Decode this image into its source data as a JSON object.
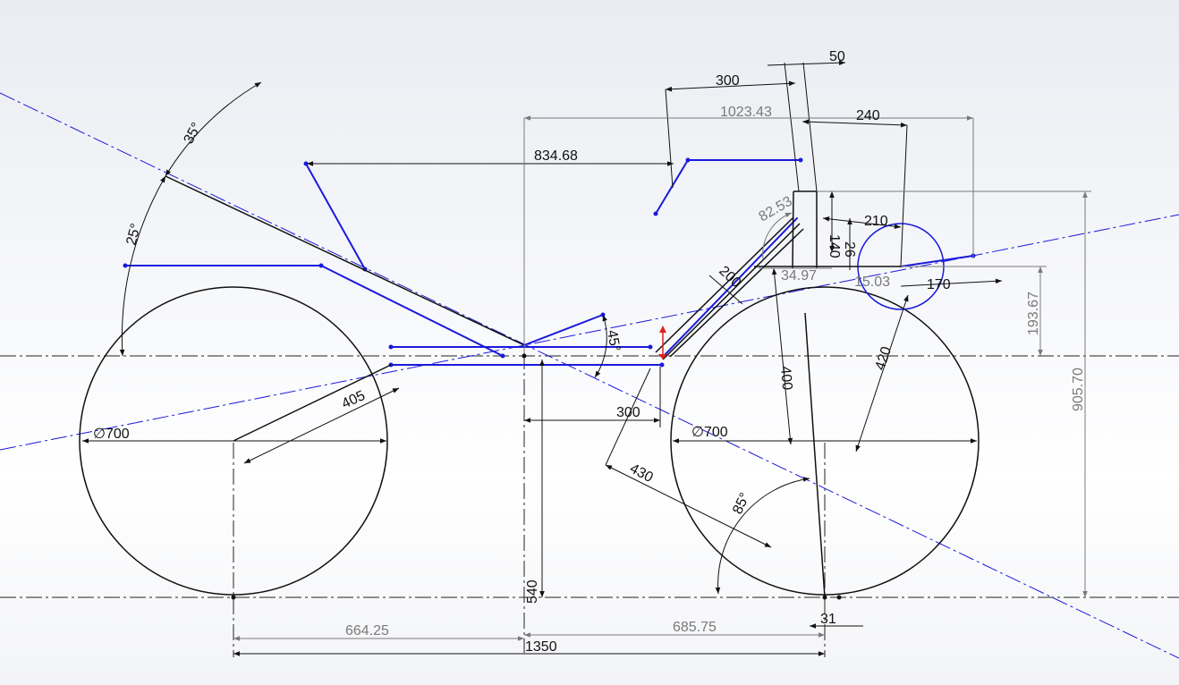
{
  "colors": {
    "sketch": "#1a1adc",
    "black": "#111111",
    "gray": "#7a7a7a",
    "origin": "#e02020"
  },
  "dimensions": {
    "angle_35": "35°",
    "angle_25": "25°",
    "angle_45": "45°",
    "angle_85": "85°",
    "d_834": "834.68",
    "d_1023": "1023.43",
    "d_300_top": "300",
    "d_50": "50",
    "d_240": "240",
    "d_210": "210",
    "d_140": "140",
    "d_26": "26",
    "d_82": "82.53",
    "d_34": "34.97",
    "d_15": "15.03",
    "d_170": "170",
    "d_200": "200",
    "d_193": "193.67",
    "d_905": "905.70",
    "d_405": "405",
    "dia_rear": "∅700",
    "dia_front": "∅700",
    "d_300_mid": "300",
    "d_430": "430",
    "d_400": "400",
    "d_420": "420",
    "d_540": "540",
    "d_664": "664.25",
    "d_685": "685.75",
    "d_1350": "1350",
    "d_31": "31"
  }
}
